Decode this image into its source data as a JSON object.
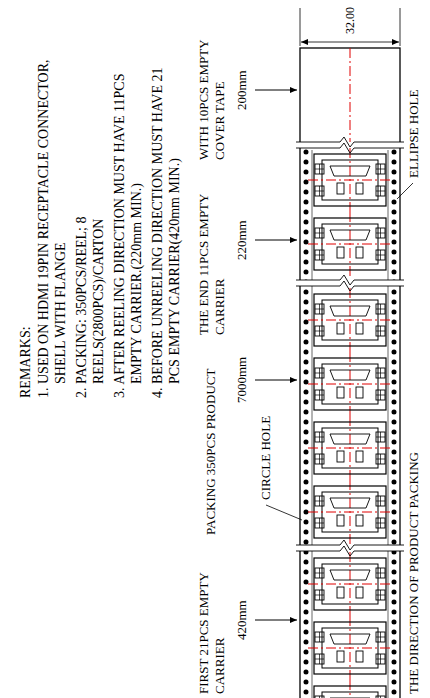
{
  "diagram": {
    "labels": [
      "REMARKS:",
      "1. USED ON HDMI 19PIN RECEPTACLE CONNECTOR, SHELL WITH FLANGE",
      "2. PACKING: 350PCS/REEL; 8 REELS(2800PCS)/CARTON",
      "3. AFTER REELING DIRECTION MUST HAVE 11PCS EMPTY CARRIER.(220mm MIN.)",
      "4. BEFORE UNREELING DIRECTION MUST HAVE 21 PCS EMPTY CARRIER(420mm MIN.)",
      "WITH 10PCS EMPTY COVER TAPE",
      "200mm",
      "THE END 11PCS EMPTY CARRIER",
      "220mm",
      "PACKING 350PCS PRODUCT",
      "7000mm",
      "CIRCLE HOLE",
      "FIRST 21PCS EMPTY CARRIER",
      "420mm",
      "32.00",
      "ELLIPSE HOLE",
      "THE DIRECTION OF PRODUCT PACKING"
    ]
  }
}
